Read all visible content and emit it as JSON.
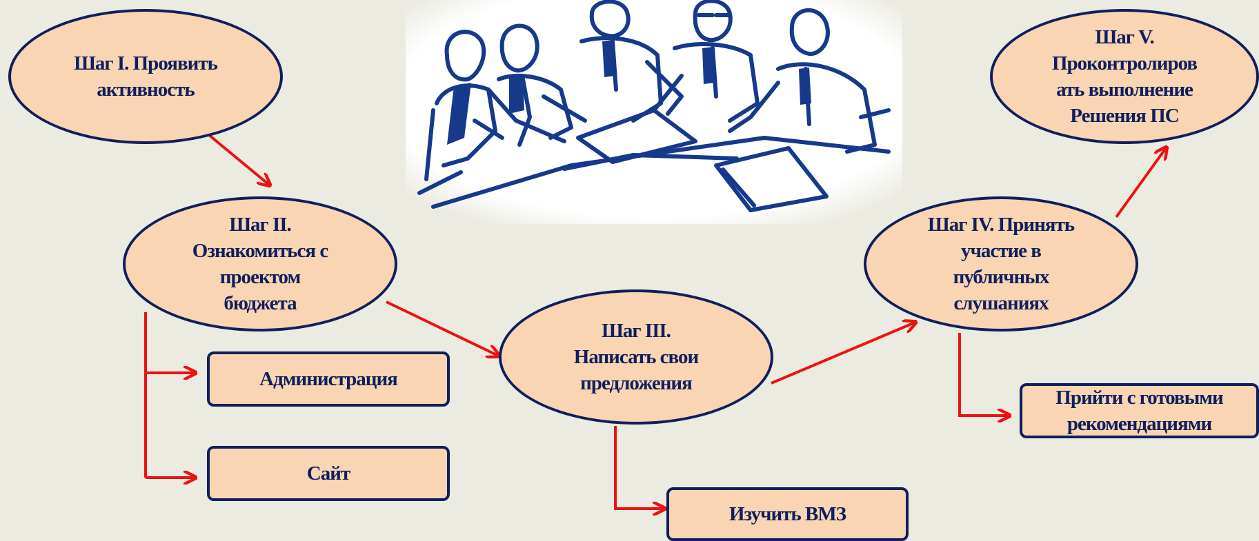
{
  "steps": {
    "step1": "Шаг I. Проявить\nактивность",
    "step2": "Шаг II.\nОзнакомиться с\nпроектом\nбюджета",
    "step3": "Шаг III.\nНаписать свои\nпредложения",
    "step4": "Шаг IV. Принять\nучастие в\nпубличных\nслушаниях",
    "step5": "Шаг V.\nПроконтролиров\nать выполнение\nРешения ПС"
  },
  "boxes": {
    "administration": "Администрация",
    "site": "Сайт",
    "study_vmz": "Изучить ВМЗ",
    "come_with_recommendations": "Прийти с готовыми\nрекомендациями"
  },
  "colors": {
    "fill": "#fad5b4",
    "stroke": "#0f1f5c",
    "arrow": "#ee1111",
    "illustration_ink": "#16398c",
    "background": "#ecebe2"
  },
  "illustration": {
    "icon": "meeting-sketch-illustration"
  }
}
